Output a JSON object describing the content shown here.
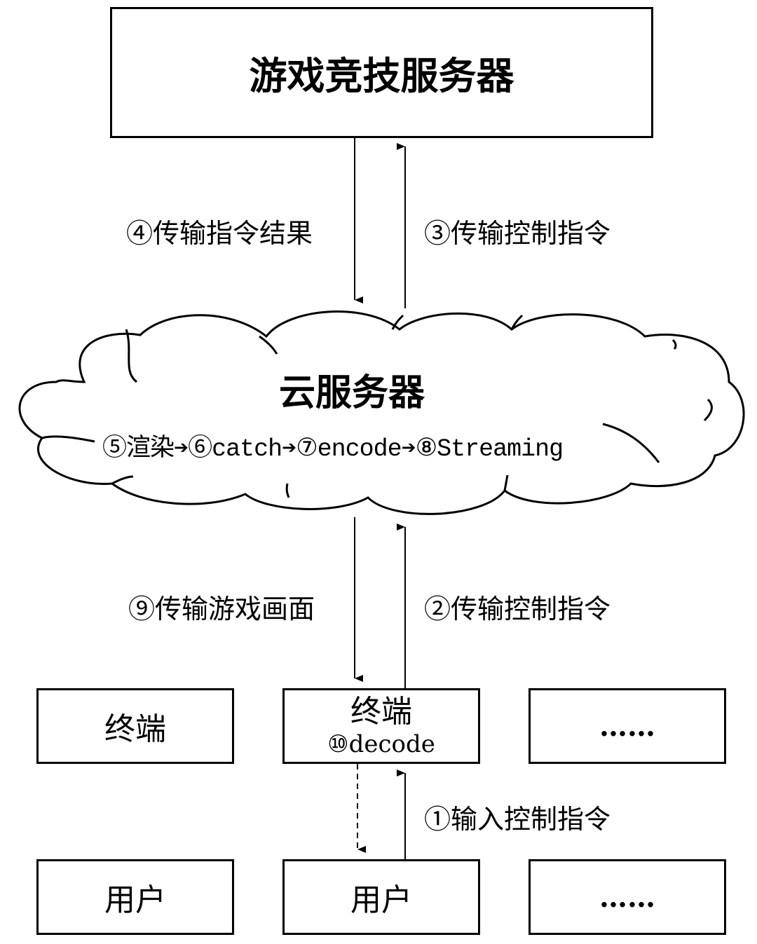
{
  "game_server": {
    "label": "游戏竞技服务器"
  },
  "cloud_server": {
    "label": "云服务器",
    "pipeline": [
      {
        "step": "⑤",
        "text": "渲染"
      },
      {
        "step": "⑥",
        "text": "catch"
      },
      {
        "step": "⑦",
        "text": "encode"
      },
      {
        "step": "⑧",
        "text": "Streaming"
      }
    ],
    "arrow_glyph": "➔"
  },
  "edges": {
    "step4": "④传输指令结果",
    "step3": "③传输控制指令",
    "step9": "⑨传输游戏画面",
    "step2": "②传输控制指令",
    "step1": "①输入控制指令"
  },
  "terminals": [
    {
      "label": "终端",
      "sub": ""
    },
    {
      "label": "终端",
      "sub": "⑩decode"
    },
    {
      "label": "……",
      "sub": ""
    }
  ],
  "users": [
    {
      "label": "用户"
    },
    {
      "label": "用户"
    },
    {
      "label": "……"
    }
  ]
}
